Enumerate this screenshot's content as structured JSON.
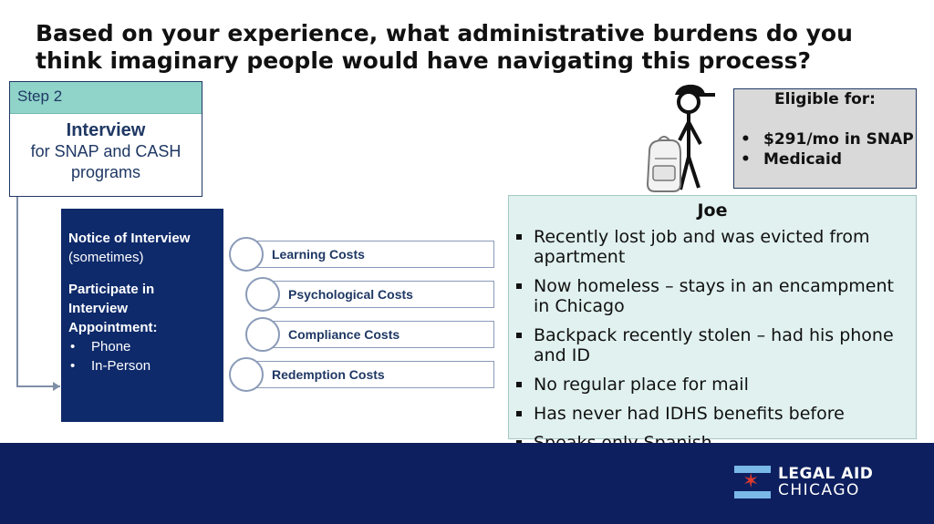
{
  "title": "Based on your experience, what administrative burdens do you think imaginary people would have navigating this process?",
  "step": {
    "header": "Step 2",
    "heading": "Interview",
    "sub_line1": "for SNAP and CASH",
    "sub_line2": "programs"
  },
  "notice": {
    "line1": "Notice of Interview",
    "line2": "(sometimes)",
    "line3": "Participate in",
    "line4": "Interview",
    "line5": "Appointment:",
    "options": [
      "Phone",
      "In-Person"
    ]
  },
  "costs": [
    "Learning Costs",
    "Psychological Costs",
    "Compliance Costs",
    "Redemption Costs"
  ],
  "figure": {
    "icon": "stick-figure-with-backpack-icon"
  },
  "eligible": {
    "heading": "Eligible for:",
    "items": [
      "$291/mo in SNAP",
      "Medicaid"
    ]
  },
  "joe": {
    "name": "Joe",
    "items": [
      "Recently lost job and was evicted from apartment",
      "Now homeless – stays in an encampment in Chicago",
      "Backpack recently stolen – had his phone and ID",
      "No regular place for mail",
      "Has never had IDHS benefits before",
      "Speaks only Spanish"
    ]
  },
  "logo": {
    "line1": "LEGAL AID",
    "line2": "CHICAGO",
    "colors": {
      "stripe": "#7ab8e8",
      "star": "#e03a2e",
      "footer": "#0d1f5e"
    }
  }
}
